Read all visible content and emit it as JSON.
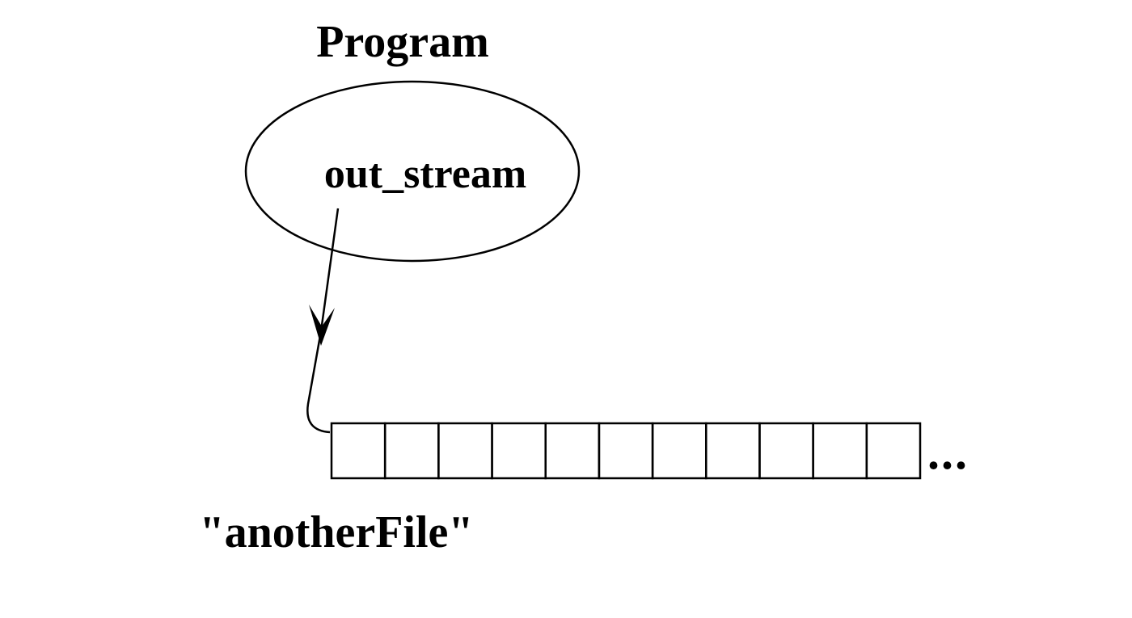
{
  "title": "Program",
  "stream_name": "out_stream",
  "file_name": "\"anotherFile\"",
  "ellipsis": "...",
  "cell_count": 11,
  "colors": {
    "ink": "#000000",
    "background": "#ffffff"
  }
}
